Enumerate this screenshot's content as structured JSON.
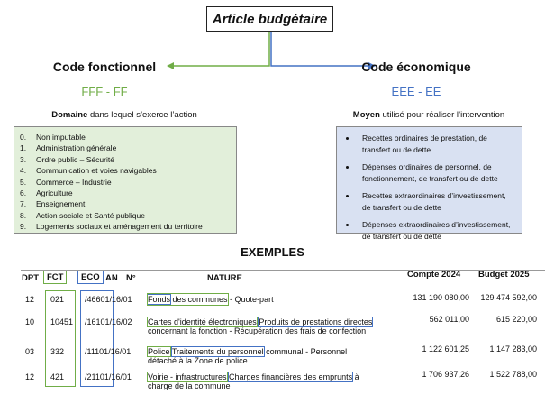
{
  "title": "Article budgétaire",
  "left": {
    "heading": "Code fonctionnel",
    "code": "FFF - FF",
    "label_bold": "Domaine",
    "label_rest": " dans lequel s’exerce l’action",
    "items": [
      {
        "n": "0.",
        "t": "Non imputable"
      },
      {
        "n": "1.",
        "t": "Administration générale"
      },
      {
        "n": "3.",
        "t": "Ordre public – Sécurité"
      },
      {
        "n": "4.",
        "t": "Communication et voies navigables"
      },
      {
        "n": "5.",
        "t": "Commerce – Industrie"
      },
      {
        "n": "6.",
        "t": "Agriculture"
      },
      {
        "n": "7.",
        "t": "Enseignement"
      },
      {
        "n": "8.",
        "t": "Action sociale et Santé publique"
      },
      {
        "n": "9.",
        "t": "Logements sociaux et aménagement du territoire"
      }
    ]
  },
  "right": {
    "heading": "Code économique",
    "code": "EEE - EE",
    "label_bold": "Moyen",
    "label_rest": " utilisé pour réaliser l’intervention",
    "items": [
      "Recettes ordinaires de prestation, de transfert ou de dette",
      "Dépenses ordinaires de personnel, de fonctionnement, de transfert ou de dette",
      "Recettes extraordinaires d’investissement, de transfert ou de dette",
      "Dépenses extraordinaires d’investissement, de transfert ou de dette"
    ]
  },
  "colors": {
    "green": "#70ad47",
    "blue": "#4472c4",
    "green_bg": "#e2efda",
    "blue_bg": "#d9e1f2"
  },
  "examples": {
    "heading": "EXEMPLES",
    "headers": {
      "dpt": "DPT",
      "fct": "FCT",
      "eco": "ECO",
      "an": "AN",
      "n": "N°",
      "nature": "NATURE",
      "compte": "Compte 2024",
      "budget": "Budget 2025"
    },
    "rows": [
      {
        "dpt": "12",
        "fct": "021",
        "eco_an_n": "/46601/16/01",
        "n1": "Fonds",
        "n1b": " des communes",
        "n2": "",
        "n3": " - Quote-part",
        "n4": "",
        "compte": "131 190 080,00",
        "budget": "129 474 592,00"
      },
      {
        "dpt": "10",
        "fct": "10451",
        "eco_an_n": "/16101/16/02",
        "n1": "Cartes d'identité électroniques",
        "n2": "Produits de prestations directes",
        "n3": "",
        "n4": "concernant la fonction - Récupération des frais de confection",
        "compte": "562 011,00",
        "budget": "615 220,00"
      },
      {
        "dpt": "03",
        "fct": "332",
        "eco_an_n": "/11101/16/01",
        "n1": "Police",
        "n2": "Traitements du personnel",
        "n3": " communal  - Personnel",
        "n4": "détaché à la Zone de police",
        "compte": "1 122 601,25",
        "budget": "1 147 283,00"
      },
      {
        "dpt": "12",
        "fct": "421",
        "eco_an_n": "/21101/16/01",
        "n1": "Voirie - infrastructures",
        "n2": "Charges financières des emprunts",
        "n3": " à",
        "n4": "charge de la commune",
        "compte": "1 706 937,26",
        "budget": "1 522 788,00"
      }
    ]
  }
}
